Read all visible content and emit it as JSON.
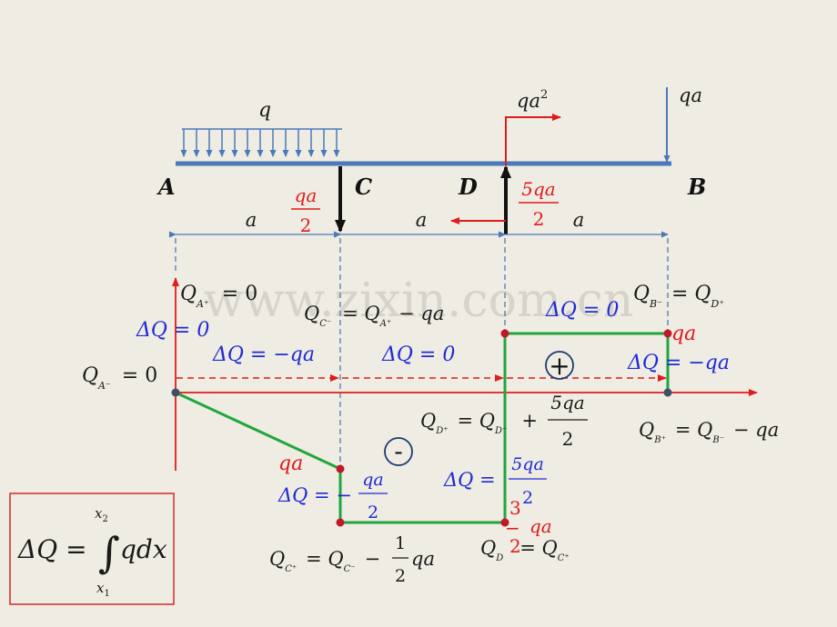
{
  "colors": {
    "background": "#efece3",
    "beam": "#4a7ab8",
    "dimension": "#4a7ab8",
    "shear": "#22a63c",
    "axis": "#e01b1b",
    "point": "#c0182a",
    "node": "#3e4f66",
    "annot_blue": "#1f2ad6",
    "annot_red": "#e01b1b",
    "annot_black": "#1a1a1a",
    "formula_box": "#d62828",
    "watermark": "#d6d3cb"
  },
  "beam": {
    "load_q": "q",
    "moment_label": "qa",
    "moment_exp": "2",
    "force_B": "qa",
    "point_A": "A",
    "point_C": "C",
    "point_D": "D",
    "point_B": "B",
    "force_C_num": "qa",
    "force_C_den": "2",
    "force_D_num": "5qa",
    "force_D_den": "2",
    "span_AC": "a",
    "span_CD": "a",
    "span_DB": "a"
  },
  "diagram": {
    "QA_plus": "Q",
    "QA_plus_sub": "A⁺",
    "QA_plus_rhs": "= 0",
    "dQ_zero_left": "ΔQ = 0",
    "QC_minus": "Q",
    "QC_minus_sub": "C⁻",
    "QC_minus_rhs1": "= Q",
    "QC_minus_rhs_sub": "A⁺",
    "QC_minus_rhs2": "− qa",
    "dQ_AC": "ΔQ = −qa",
    "dQ_CD": "ΔQ = 0",
    "dQ_DB": "ΔQ = 0",
    "QB_minus": "Q",
    "QB_minus_sub": "B⁻",
    "QB_minus_rhs": "= Q",
    "QB_minus_rhs_sub": "D⁺",
    "qa_right": "qa",
    "dQ_B": "ΔQ = −qa",
    "QA_minus": "Q",
    "QA_minus_sub": "A⁻",
    "QA_minus_rhs": "= 0",
    "plus_sign": "+",
    "minus_sign": "-",
    "QD_plus": "Q",
    "QD_plus_sub": "D⁺",
    "QD_plus_rhs": "= Q",
    "QD_plus_rhs_sub": "D⁻",
    "QD_plus_plus": "+",
    "QD_plus_num": "5qa",
    "QD_plus_den": "2",
    "QB_plus": "Q",
    "QB_plus_sub": "B⁺",
    "QB_plus_rhs": "= Q",
    "QB_plus_rhs_sub": "B⁻",
    "QB_plus_minus": "− qa",
    "qa_left": "qa",
    "dQ_C_lhs": "ΔQ = −",
    "dQ_C_num": "qa",
    "dQ_C_den": "2",
    "dQ_D_lhs": "ΔQ =",
    "dQ_D_num": "5qa",
    "dQ_D_den": "2",
    "val_D_3": "3",
    "val_D_qa": "qa",
    "val_D_2": "2",
    "val_D_minus": "−",
    "QC_plus": "Q",
    "QC_plus_sub": "C⁺",
    "QC_plus_rhs": "= Q",
    "QC_plus_rhs_sub": "C⁻",
    "QC_plus_minus": "−",
    "QC_plus_num": "1",
    "QC_plus_den": "2",
    "QC_plus_tail": "qa",
    "QD_minus": "Q",
    "QD_minus_sub": "D",
    "QD_minus_rhs": "= Q",
    "QD_minus_rhs_sub": "C⁺"
  },
  "formula": {
    "lhs": "ΔQ =",
    "integral": "∫",
    "upper": "x",
    "upper_sub": "2",
    "lower": "x",
    "lower_sub": "1",
    "integrand": "qdx"
  },
  "watermark": "www.zixin.com.cn"
}
